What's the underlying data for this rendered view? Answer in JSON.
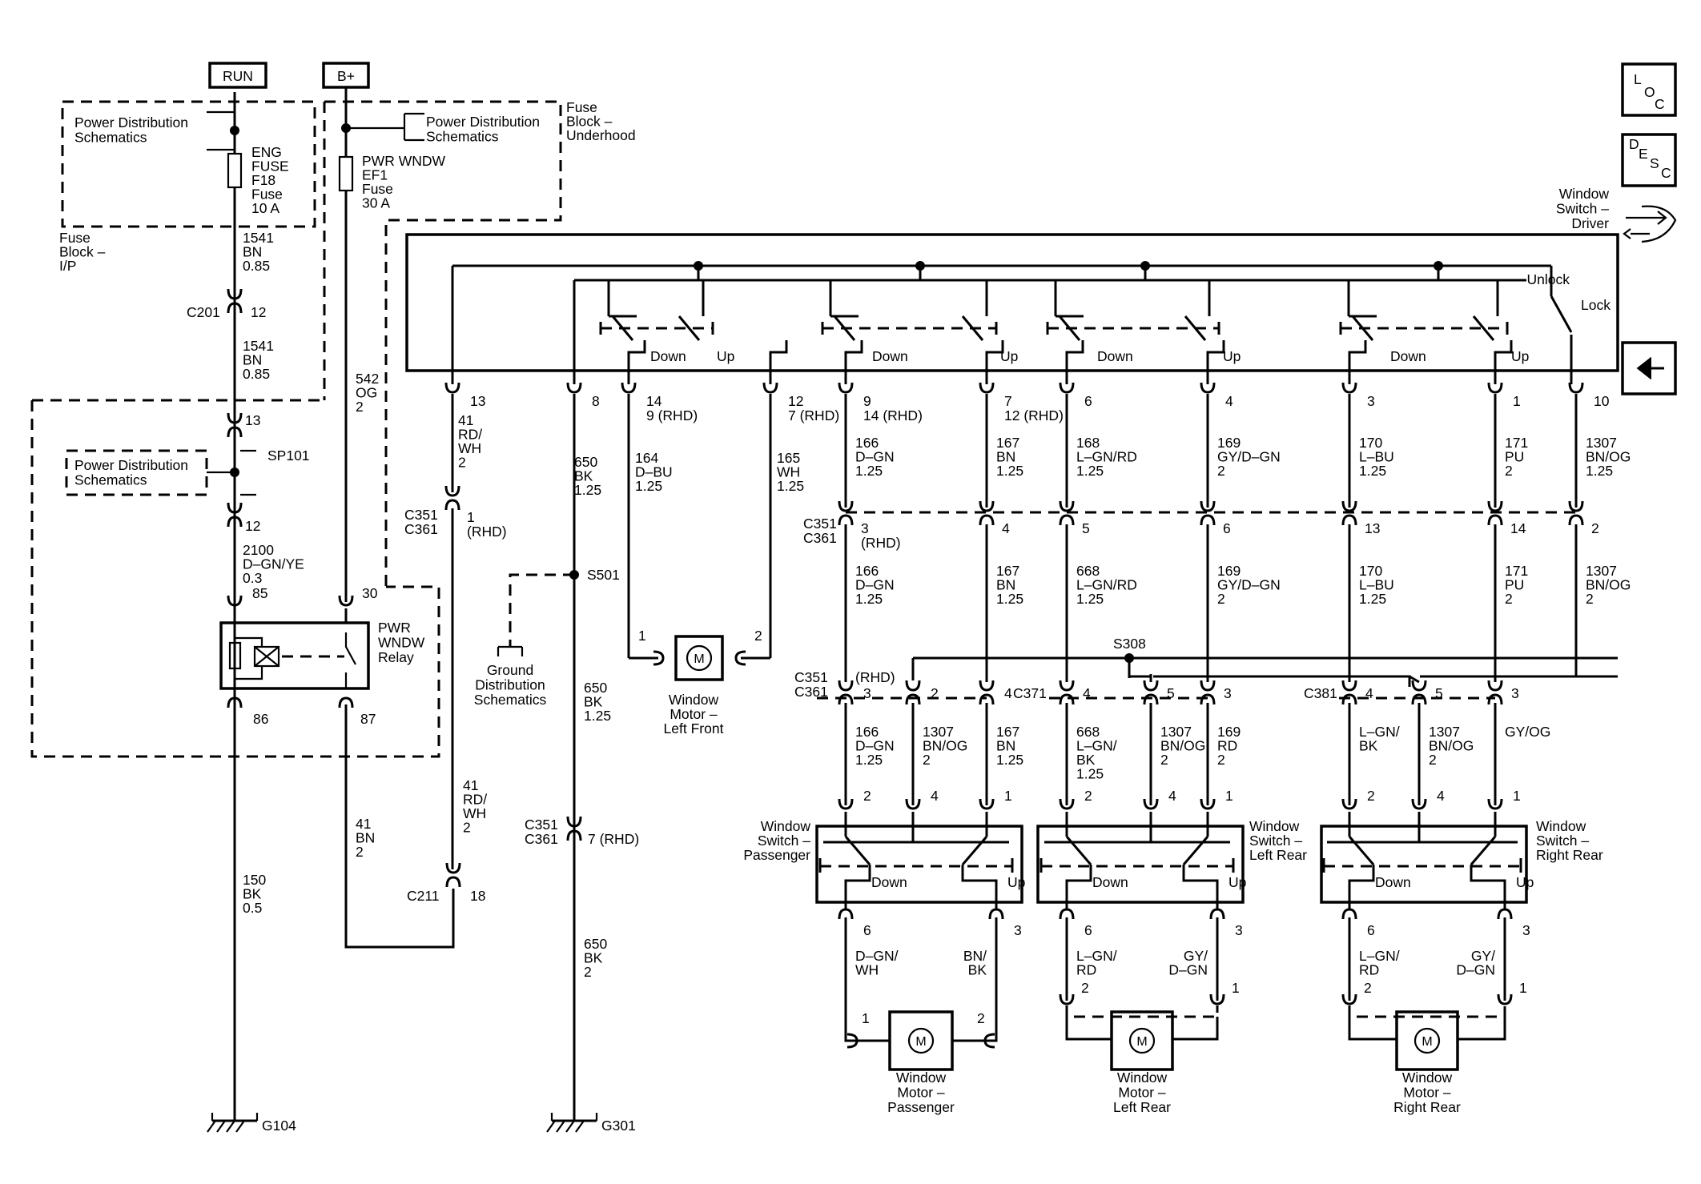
{
  "supplies": {
    "run": "RUN",
    "bplus": "B+"
  },
  "nav": {
    "loc": "LOC",
    "desc": "DESC"
  },
  "fuse_block_ip": {
    "pds_ref": [
      "Power Distribution",
      "Schematics"
    ],
    "fuse_label": [
      "ENG",
      "FUSE",
      "F18",
      "Fuse",
      "10 A"
    ],
    "block_label": [
      "Fuse",
      "Block –",
      "I/P"
    ]
  },
  "fuse_block_underhood": {
    "pds_ref": [
      "Power Distribution",
      "Schematics"
    ],
    "fuse_label": [
      "PWR WNDW",
      "EF1",
      "Fuse",
      "30 A"
    ],
    "block_label": [
      "Fuse",
      "Block –",
      "Underhood"
    ]
  },
  "run_circuit": {
    "w1": [
      "1541",
      "BN",
      "0.85"
    ],
    "c201": "C201",
    "c201_pin": "12",
    "w2": [
      "1541",
      "BN",
      "0.85"
    ],
    "pin13": "13",
    "sp101_ref": [
      "Power Distribution",
      "Schematics"
    ],
    "sp101": "SP101",
    "pin12": "12",
    "w3": [
      "2100",
      "D–GN/YE",
      "0.3"
    ],
    "pin85": "85",
    "pin86": "86",
    "w4": [
      "150",
      "BK",
      "0.5"
    ],
    "ground": "G104"
  },
  "bplus_circuit": {
    "w1": [
      "542",
      "OG",
      "2"
    ],
    "pin30": "30",
    "pin87": "87",
    "w2": [
      "41",
      "BN",
      "2"
    ],
    "c211": "C211",
    "c211_pin": "18"
  },
  "relay": {
    "label": [
      "PWR",
      "WNDW",
      "Relay"
    ]
  },
  "driver_switch": {
    "label": [
      "Window",
      "Switch –",
      "Driver"
    ],
    "unlock": "Unlock",
    "lock": "Lock",
    "down_labels": [
      "Down",
      "Down",
      "Down",
      "Down"
    ],
    "up_labels": [
      "Up",
      "Up",
      "Up",
      "Up"
    ],
    "pins": [
      "13",
      "8",
      "14\n9 (RHD)",
      "12\n7 (RHD)",
      "9\n14 (RHD)",
      "7\n12 (RHD)",
      "6",
      "4",
      "3",
      "1",
      "10"
    ]
  },
  "wires_top": [
    [
      "41",
      "RD/",
      "WH",
      "2"
    ],
    [
      "650",
      "BK",
      "1.25"
    ],
    [
      "164",
      "D–BU",
      "1.25"
    ],
    [
      "165",
      "WH",
      "1.25"
    ],
    [
      "166",
      "D–GN",
      "1.25"
    ],
    [
      "167",
      "BN",
      "1.25"
    ],
    [
      "168",
      "L–GN/RD",
      "1.25"
    ],
    [
      "169",
      "GY/D–GN",
      "2"
    ],
    [
      "170",
      "L–BU",
      "1.25"
    ],
    [
      "171",
      "PU",
      "2"
    ],
    [
      "1307",
      "BN/OG",
      "1.25"
    ]
  ],
  "c351_top": {
    "label": [
      "C351",
      "C361"
    ],
    "pin_41": "1\n(RHD)",
    "pins": [
      "3\n(RHD)",
      "4",
      "5",
      "6",
      "13",
      "14",
      "2"
    ]
  },
  "wires_mid": [
    [
      "166",
      "D–GN",
      "1.25"
    ],
    [
      "167",
      "BN",
      "1.25"
    ],
    [
      "668",
      "L–GN/RD",
      "1.25"
    ],
    [
      "169",
      "GY/D–GN",
      "2"
    ],
    [
      "170",
      "L–BU",
      "1.25"
    ],
    [
      "171",
      "PU",
      "2"
    ],
    [
      "1307",
      "BN/OG",
      "2"
    ]
  ],
  "s501": {
    "label": "S501",
    "ref": [
      "Ground",
      "Distribution",
      "Schematics"
    ],
    "w": [
      "650",
      "BK",
      "1.25"
    ],
    "c351": [
      "C351",
      "C361"
    ],
    "pin": "7  (RHD)",
    "w2": [
      "650",
      "BK",
      "2"
    ],
    "ground": "G301"
  },
  "motor_lf": {
    "label": [
      "Window",
      "Motor –",
      "Left Front"
    ],
    "pin1": "1",
    "pin2": "2",
    "m": "M"
  },
  "s308": "S308",
  "c351_bottom": {
    "label": [
      "C351",
      "C361"
    ],
    "rhd": "(RHD)",
    "pins": [
      "3",
      "2",
      "4"
    ]
  },
  "c371": {
    "label": "C371",
    "pins": [
      "4",
      "5",
      "3"
    ]
  },
  "c381": {
    "label": "C381",
    "pins": [
      "4",
      "5",
      "3"
    ]
  },
  "wires_bottom": [
    [
      "166",
      "D–GN",
      "1.25"
    ],
    [
      "1307",
      "BN/OG",
      "2"
    ],
    [
      "167",
      "BN",
      "1.25"
    ],
    [
      "668",
      "L–GN/",
      "BK",
      "1.25"
    ],
    [
      "1307",
      "BN/OG",
      "2"
    ],
    [
      "169",
      "RD",
      "2"
    ],
    [
      "L–GN/",
      "BK"
    ],
    [
      "1307",
      "BN/OG",
      "2"
    ],
    [
      "GY/OG"
    ]
  ],
  "sw_pass": {
    "label": [
      "Window",
      "Switch –",
      "Passenger"
    ],
    "down": "Down",
    "up": "Up",
    "pins_top": [
      "2",
      "4",
      "1"
    ],
    "pins_bot": [
      "6",
      "3"
    ]
  },
  "sw_lr": {
    "label": [
      "Window",
      "Switch –",
      "Left Rear"
    ],
    "down": "Down",
    "up": "Up",
    "pins_top": [
      "2",
      "4",
      "1"
    ],
    "pins_bot": [
      "6",
      "3"
    ]
  },
  "sw_rr": {
    "label": [
      "Window",
      "Switch –",
      "Right Rear"
    ],
    "down": "Down",
    "up": "Up",
    "pins_top": [
      "2",
      "4",
      "1"
    ],
    "pins_bot": [
      "6",
      "3"
    ]
  },
  "motor_pass": {
    "label": [
      "Window",
      "Motor –",
      "Passenger"
    ],
    "w_left": [
      "D–GN/",
      "WH"
    ],
    "w_right": [
      "BN/",
      "BK"
    ],
    "pin1": "1",
    "pin2": "2",
    "m": "M"
  },
  "motor_lr": {
    "label": [
      "Window",
      "Motor –",
      "Left Rear"
    ],
    "w_left": [
      "L–GN/",
      "RD"
    ],
    "w_right": [
      "GY/",
      "D–GN"
    ],
    "pin1": "2",
    "pin2": "1",
    "m": "M"
  },
  "motor_rr": {
    "label": [
      "Window",
      "Motor –",
      "Right Rear"
    ],
    "w_left": [
      "L–GN/",
      "RD"
    ],
    "w_right": [
      "GY/",
      "D–GN"
    ],
    "pin1": "2",
    "pin2": "1",
    "m": "M"
  }
}
